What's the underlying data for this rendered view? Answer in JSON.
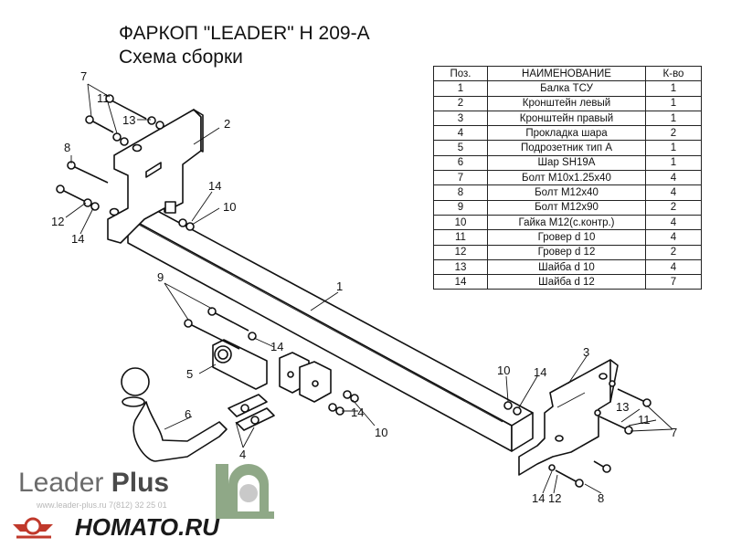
{
  "title": {
    "line1": "ФАРКОП \"LEADER\" H 209-A",
    "line2": "Схема сборки"
  },
  "table": {
    "headers": [
      "Поз.",
      "НАИМЕНОВАНИЕ",
      "К-во"
    ],
    "rows": [
      [
        "1",
        "Балка ТСУ",
        "1"
      ],
      [
        "2",
        "Кронштейн левый",
        "1"
      ],
      [
        "3",
        "Кронштейн правый",
        "1"
      ],
      [
        "4",
        "Прокладка шара",
        "2"
      ],
      [
        "5",
        "Подрозетник тип А",
        "1"
      ],
      [
        "6",
        "Шар SH19A",
        "1"
      ],
      [
        "7",
        "Болт М10х1.25х40",
        "4"
      ],
      [
        "8",
        "Болт М12х40",
        "4"
      ],
      [
        "9",
        "Болт М12х90",
        "2"
      ],
      [
        "10",
        "Гайка М12(с.контр.)",
        "4"
      ],
      [
        "11",
        "Гровер d 10",
        "4"
      ],
      [
        "12",
        "Гровер d 12",
        "2"
      ],
      [
        "13",
        "Шайба d 10",
        "4"
      ],
      [
        "14",
        "Шайба d 12",
        "7"
      ]
    ]
  },
  "callouts": [
    "7",
    "11",
    "13",
    "2",
    "8",
    "14",
    "10",
    "12",
    "14",
    "1",
    "9",
    "14",
    "5",
    "6",
    "4",
    "10",
    "14",
    "14",
    "10",
    "3",
    "13",
    "11",
    "7",
    "14",
    "12",
    "8"
  ],
  "logos": {
    "leader_text": "Leader",
    "plus_text": "Plus",
    "url_text": "www.leader-plus.ru  7(812)  32 25 01",
    "homato_text": "HOMATO.RU"
  },
  "colors": {
    "line": "#111111",
    "logo_gray": "#6b6b6b",
    "logo_green": "#8fa887",
    "logo_red": "#c0392b"
  }
}
